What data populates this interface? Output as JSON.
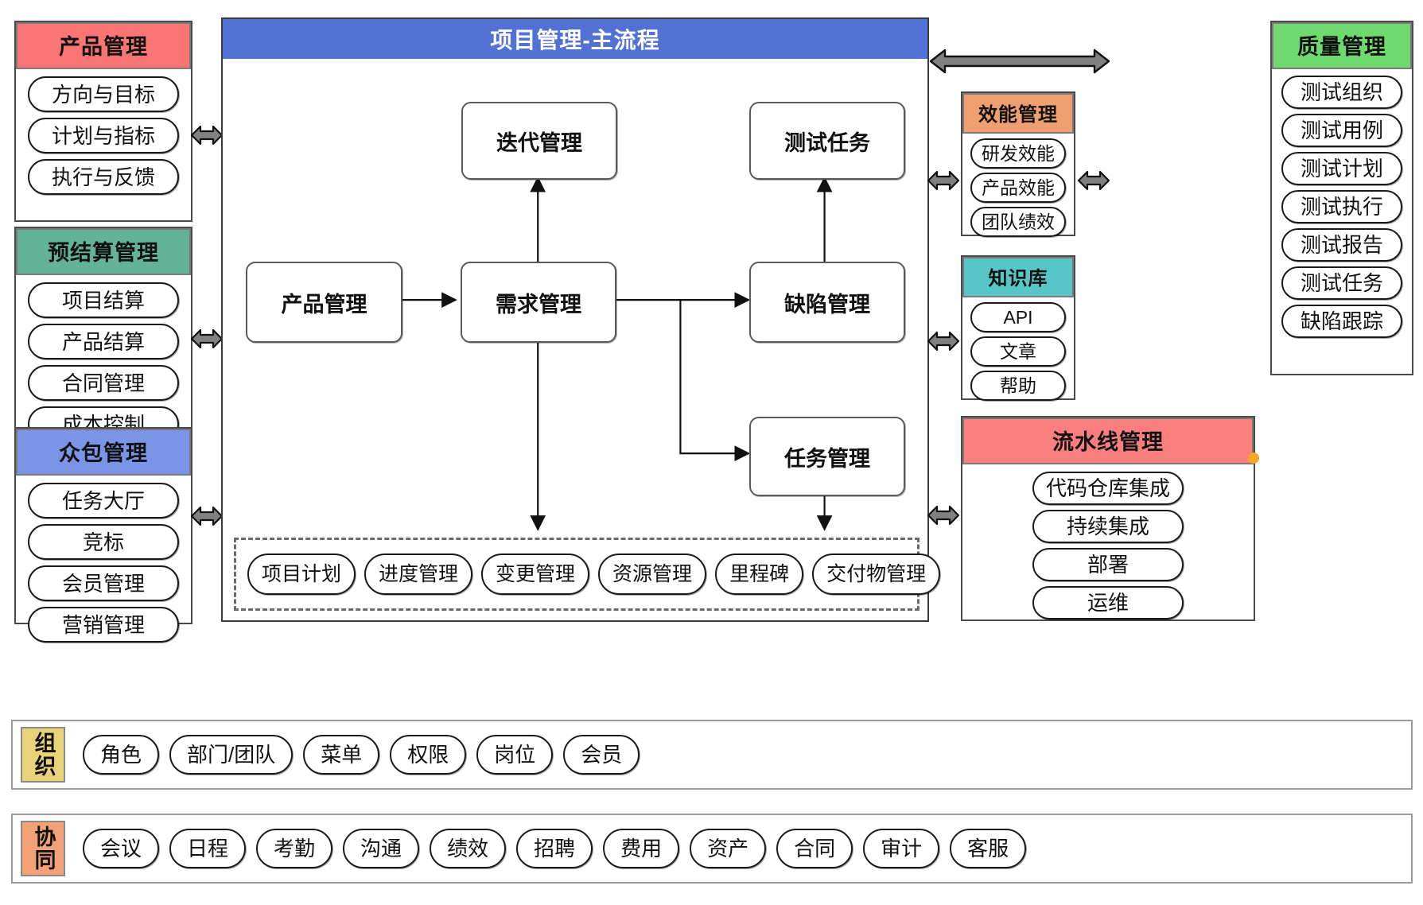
{
  "diagram": {
    "title": "项目管理-主流程",
    "colors": {
      "red": "#fb7575",
      "teal_green": "#63b399",
      "blue": "#7a94e8",
      "main_blue": "#5271d4",
      "orange": "#f0a070",
      "cyan": "#56c6c6",
      "green": "#6ed96e",
      "pink_red": "#fb7f7f",
      "yellow": "#e8d27a",
      "light_orange": "#f2a276",
      "arrow_gray": "#808080",
      "dot_orange": "#f5a623"
    }
  },
  "left_panels": [
    {
      "title": "产品管理",
      "header_color": "#fb7575",
      "items": [
        "方向与目标",
        "计划与指标",
        "执行与反馈"
      ]
    },
    {
      "title": "预结算管理",
      "header_color": "#63b399",
      "items": [
        "项目结算",
        "产品结算",
        "合同管理",
        "成本控制"
      ]
    },
    {
      "title": "众包管理",
      "header_color": "#7a94e8",
      "items": [
        "任务大厅",
        "竞标",
        "会员管理",
        "营销管理"
      ]
    }
  ],
  "main_flow": {
    "title": "项目管理-主流程",
    "nodes": [
      {
        "id": "iteration",
        "label": "迭代管理"
      },
      {
        "id": "test-task",
        "label": "测试任务"
      },
      {
        "id": "product",
        "label": "产品管理"
      },
      {
        "id": "requirement",
        "label": "需求管理"
      },
      {
        "id": "defect",
        "label": "缺陷管理"
      },
      {
        "id": "task",
        "label": "任务管理"
      }
    ],
    "sub_items": [
      "项目计划",
      "进度管理",
      "变更管理",
      "资源管理",
      "里程碑",
      "交付物管理"
    ]
  },
  "right_panels": [
    {
      "title": "效能管理",
      "header_color": "#f0a070",
      "items": [
        "研发效能",
        "产品效能",
        "团队绩效"
      ]
    },
    {
      "title": "知识库",
      "header_color": "#56c6c6",
      "items": [
        "API",
        "文章",
        "帮助"
      ]
    },
    {
      "title": "流水线管理",
      "header_color": "#fb7f7f",
      "items": [
        "代码仓库集成",
        "持续集成",
        "部署",
        "运维"
      ]
    },
    {
      "title": "质量管理",
      "header_color": "#6ed96e",
      "items": [
        "测试组织",
        "测试用例",
        "测试计划",
        "测试执行",
        "测试报告",
        "测试任务",
        "缺陷跟踪"
      ]
    }
  ],
  "bottom_bars": [
    {
      "tag": "组织",
      "tag_color": "#e8d27a",
      "items": [
        "角色",
        "部门/团队",
        "菜单",
        "权限",
        "岗位",
        "会员"
      ]
    },
    {
      "tag": "协同",
      "tag_color": "#f2a276",
      "items": [
        "会议",
        "日程",
        "考勤",
        "沟通",
        "绩效",
        "招聘",
        "费用",
        "资产",
        "合同",
        "审计",
        "客服"
      ]
    }
  ]
}
